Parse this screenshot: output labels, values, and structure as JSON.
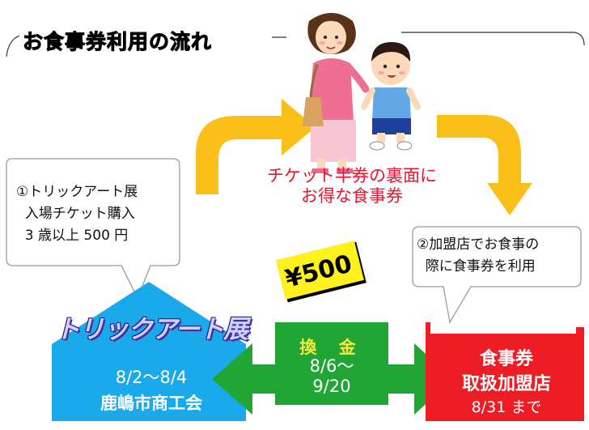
{
  "title": "お食事券利用の流れ",
  "caption": {
    "line1": "チケット半券の裏面に",
    "line2": "お得な食事券"
  },
  "bubble_left": {
    "text": "①トリックアート展\n  入場チケット購入\n  3 歳以上 500 円"
  },
  "bubble_right": {
    "text": "②加盟店でお食事の\n  際に食事券を利用"
  },
  "price_badge": "¥500",
  "left_house": {
    "logo": "トリックアート展",
    "dates": "8/2～8/4",
    "venue": "鹿嶋市商工会"
  },
  "middle_box": {
    "label": "換 金",
    "date_from": "8/6～",
    "date_to": "9/20"
  },
  "right_house": {
    "line1": "食事券",
    "line2": "取扱加盟店",
    "until": "8/31 まで"
  },
  "colors": {
    "blue_house": "#1aa9ea",
    "green_box": "#21a534",
    "red_house": "#ee1c25",
    "arrow_yellow": "#fbbf1a",
    "badge_yellow": "#fff11c",
    "caption_red": "#e8152f"
  }
}
